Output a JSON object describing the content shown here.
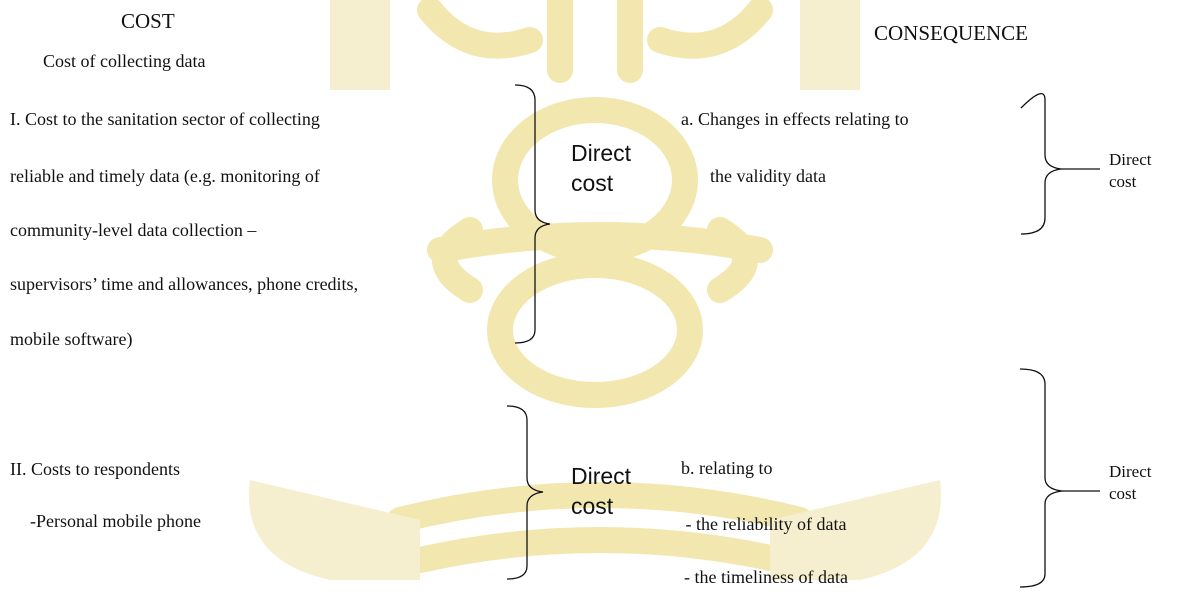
{
  "headers": {
    "cost": "COST",
    "consequence": "CONSEQUENCE",
    "subtitle": "Cost of collecting data"
  },
  "cost_items": {
    "item1_lines": [
      "I. Cost to the sanitation sector of collecting",
      "reliable and timely data (e.g. monitoring of",
      "community-level data collection –",
      "supervisors’ time and allowances, phone credits,",
      "mobile software)"
    ],
    "item2_title": "II. Costs to respondents",
    "item2_sub": "-Personal mobile phone"
  },
  "labels": {
    "direct_cost_1": [
      "Direct",
      "cost"
    ],
    "direct_cost_2": [
      "Direct",
      "cost"
    ],
    "direct_cost_3": [
      "Direct",
      "cost"
    ],
    "direct_cost_4": [
      "Direct",
      "cost"
    ]
  },
  "consequence_items": {
    "a_lines": [
      "a. Changes in effects relating to",
      "the validity data"
    ],
    "b_lines": [
      "b. relating to",
      " - the reliability of data",
      "- the timeliness of data"
    ]
  },
  "colors": {
    "text": "#111111",
    "watermark": "#f3e7b0",
    "watermark_soft": "#f6efcf"
  }
}
